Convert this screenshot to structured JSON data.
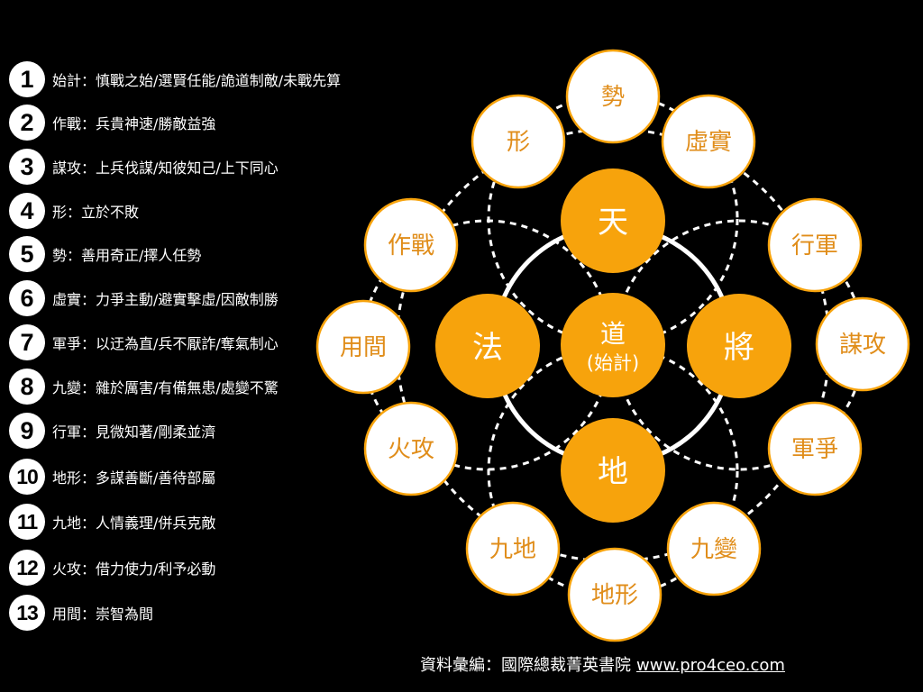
{
  "list": [
    {
      "num": "1",
      "text": "始計：慎戰之始/選賢任能/詭道制敵/未戰先算"
    },
    {
      "num": "2",
      "text": "作戰：兵貴神速/勝敵益強"
    },
    {
      "num": "3",
      "text": "謀攻：上兵伐謀/知彼知己/上下同心"
    },
    {
      "num": "4",
      "text": "形：立於不敗"
    },
    {
      "num": "5",
      "text": "勢：善用奇正/擇人任勢"
    },
    {
      "num": "6",
      "text": "虛實：力爭主動/避實擊虛/因敵制勝"
    },
    {
      "num": "7",
      "text": "軍爭：以迂為直/兵不厭詐/奪氣制心"
    },
    {
      "num": "8",
      "text": "九變：雜於厲害/有備無患/處變不驚"
    },
    {
      "num": "9",
      "text": "行軍：見微知著/剛柔並濟"
    },
    {
      "num": "10",
      "text": "地形：多謀善斷/善待部屬"
    },
    {
      "num": "11",
      "text": "九地：人情義理/併兵克敵"
    },
    {
      "num": "12",
      "text": "火攻：借力使力/利予必動"
    },
    {
      "num": "13",
      "text": "用間：崇智為間"
    }
  ],
  "center": {
    "line1": "道",
    "line2": "(始計)"
  },
  "inner": {
    "top": "天",
    "left": "法",
    "right": "將",
    "bottom": "地"
  },
  "outer": {
    "shi": "勢",
    "xushi": "虛實",
    "xing": "形",
    "xingjun": "行軍",
    "zuozhan": "作戰",
    "mougong": "謀攻",
    "yongjian": "用間",
    "junzheng": "軍爭",
    "huogong": "火攻",
    "jiubian": "九變",
    "jiudi": "九地",
    "dixing": "地形"
  },
  "footer": {
    "label": "資料彙編：國際總裁菁英書院",
    "url": "www.pro4ceo.com"
  },
  "colors": {
    "accent": "#f7a30c",
    "outer_text": "#e08d1a",
    "background": "#000000",
    "circle_fill": "#ffffff"
  }
}
